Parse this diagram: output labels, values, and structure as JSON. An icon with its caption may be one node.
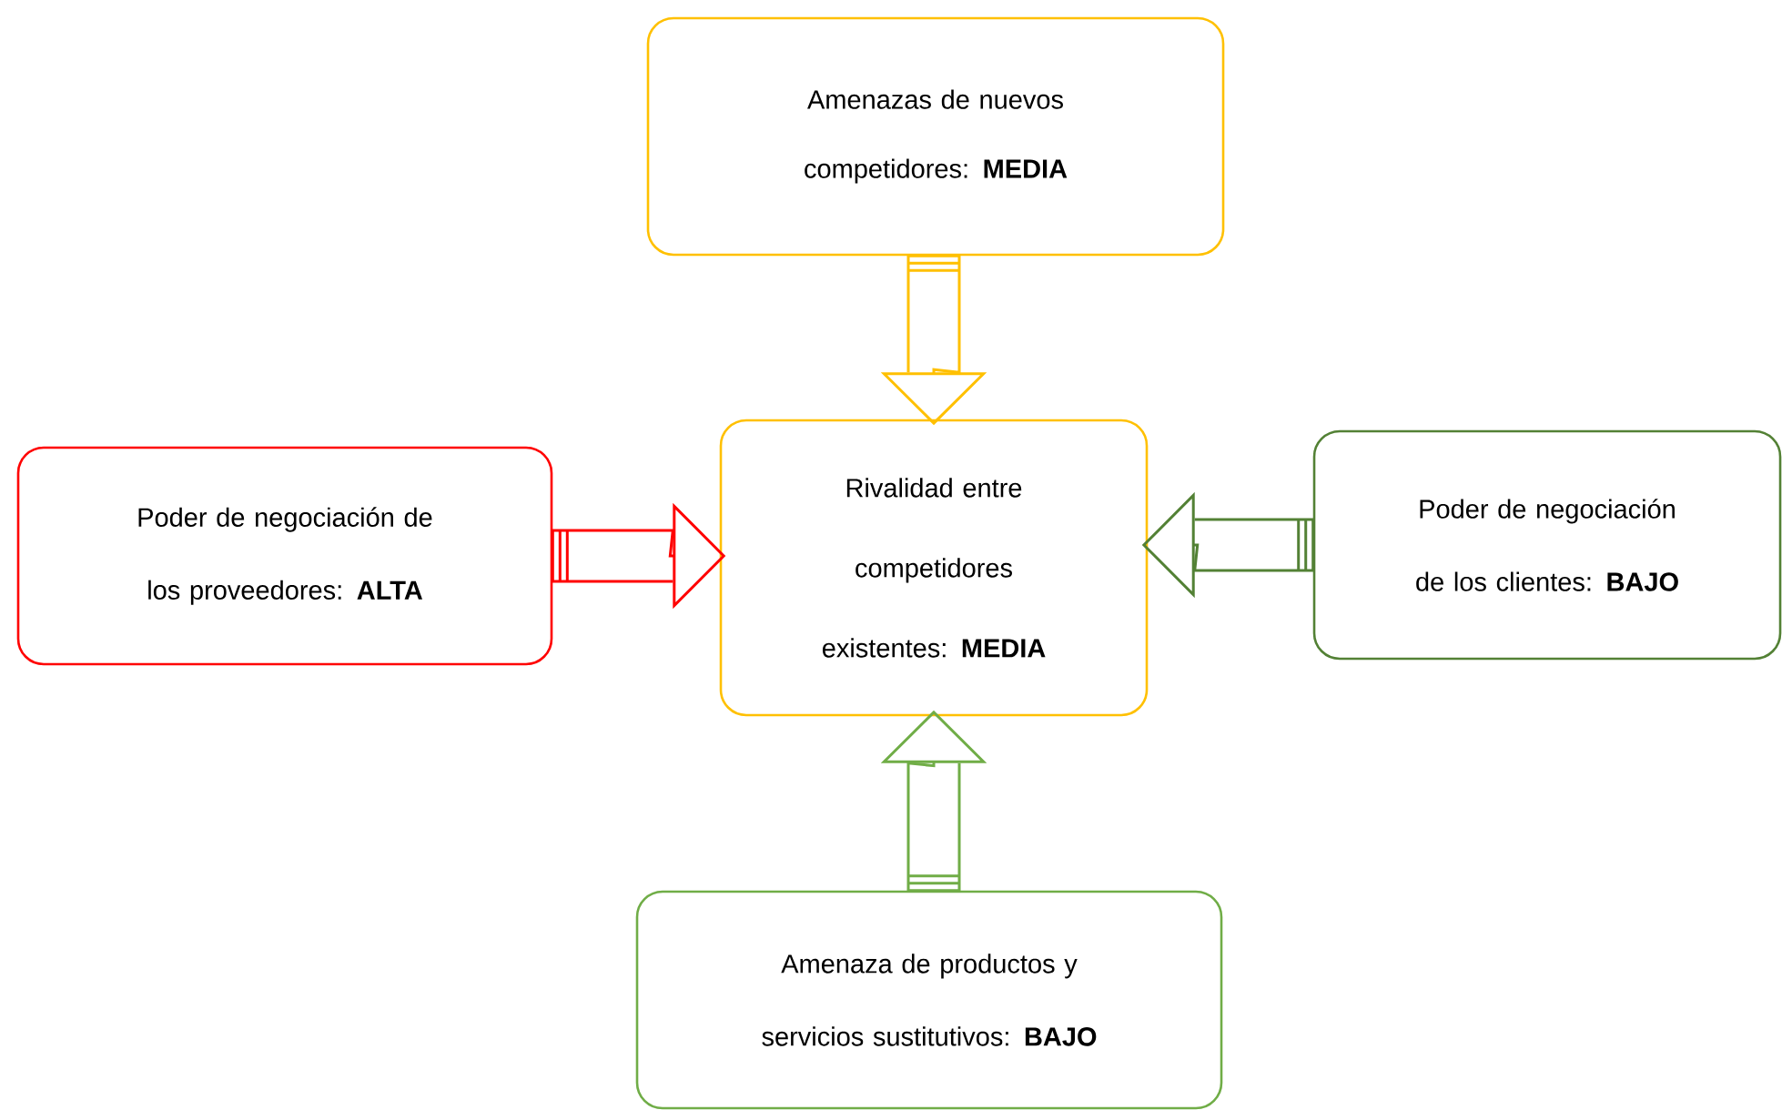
{
  "diagram": {
    "nodes": [
      {
        "text": [
          "Amenazas de nuevos competidores: **MEDIA**"
        ]
      },
      {
        "text": [
          "Poder de negociación de los proveedores: **ALTA**"
        ]
      },
      {
        "text": [
          "Rivalidad entre competidores existentes: **MEDIA**"
        ]
      },
      {
        "text": [
          "Poder de negociación de los clientes: **BAJO**"
        ]
      },
      {
        "text": [
          "Amenaza de productos y servicios sustitutivos: **BAJO**"
        ]
      }
    ],
    "edges": [
      {
        "from": 0,
        "to": 2,
        "arrow": "to",
        "color": "#ffc000"
      },
      {
        "from": 1,
        "to": 2,
        "arrow": "to",
        "color": "#ff0000"
      },
      {
        "from": 3,
        "to": 2,
        "arrow": "to",
        "color": "#538135"
      },
      {
        "from": 4,
        "to": 2,
        "arrow": "to",
        "color": "#70ad47"
      }
    ]
  }
}
